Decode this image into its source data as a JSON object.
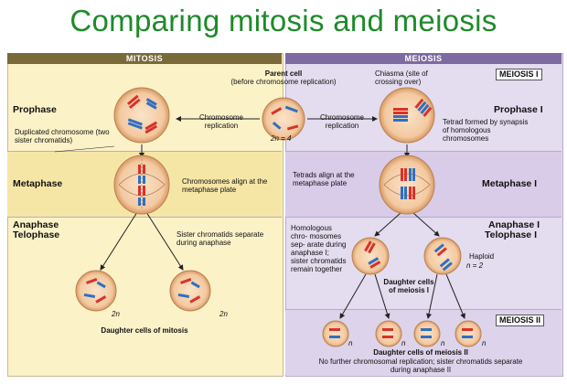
{
  "title": "Comparing mitosis and meiosis",
  "headers": {
    "mitosis": "MITOSIS",
    "meiosis": "MEIOSIS"
  },
  "stages": {
    "prophase_left": "Prophase",
    "metaphase_left": "Metaphase",
    "anaphase_left": "Anaphase",
    "telophase_left": "Telophase",
    "meiosis1_box": "MEIOSIS I",
    "prophase1": "Prophase I",
    "metaphase1": "Metaphase I",
    "anaphase1": "Anaphase I",
    "telophase1": "Telophase I",
    "meiosis2_box": "MEIOSIS II"
  },
  "labels": {
    "parent_cell": "Parent cell",
    "parent_cell_sub": "(before chromosome replication)",
    "chromosome_replication_left": "Chromosome replication",
    "chromosome_replication_right": "Chromosome replication",
    "two_n_4": "2n = 4",
    "duplicated_chromosome": "Duplicated chromosome (two sister chromatids)",
    "chiasma": "Chiasma (site of crossing over)",
    "tetrad_formed": "Tetrad formed by synapsis of homologous chromosomes",
    "chromosomes_align": "Chromosomes align at the metaphase plate",
    "tetrads_align": "Tetrads align at the metaphase plate",
    "sister_chromatids_separate": "Sister chromatids separate during anaphase",
    "homologous_separate": "Homologous chro- mosomes sep- arate during anaphase I; sister chromatids remain together",
    "haploid": "Haploid",
    "n_2": "n = 2",
    "daughter_meiosis1": "Daughter cells of meiosis I",
    "two_n_a": "2n",
    "two_n_b": "2n",
    "daughter_mitosis": "Daughter cells of mitosis",
    "n1": "n",
    "n2": "n",
    "n3": "n",
    "n4": "n",
    "daughter_meiosis2": "Daughter cells of meiosis II",
    "no_further": "No further chromosomal replication; sister chromatids separate during anaphase II"
  },
  "colors": {
    "title": "#1e8a2a",
    "mitosis_panel": "#fbf2c8",
    "meiosis_panel": "#e4dcef",
    "cell": "#f3c9a0",
    "red": "#d8322a",
    "blue": "#2f6fc2"
  }
}
